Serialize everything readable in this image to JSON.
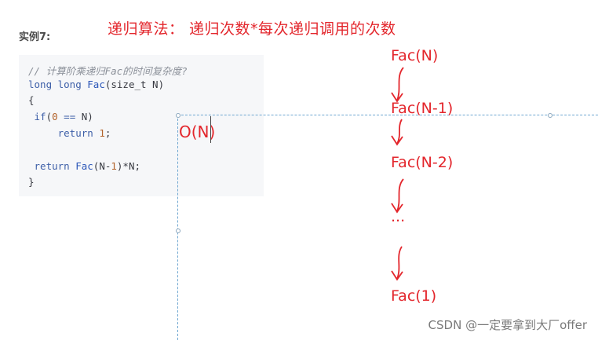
{
  "header": {
    "example_label": "实例7:",
    "headline": "递归算法： 递归次数*每次递归调用的次数"
  },
  "code": {
    "lines": [
      "// 计算阶乘递归Fac的时间复杂度?",
      "long long Fac(size_t N)",
      "{",
      " if(0 == N)",
      "     return 1;",
      "",
      " return Fac(N-1)*N;",
      "}"
    ]
  },
  "annotation": {
    "complexity": "O(N)"
  },
  "recursion_chain": {
    "items": [
      "Fac(N)",
      "Fac(N-1)",
      "Fac(N-2)",
      "...",
      "Fac(1)"
    ]
  },
  "watermark": "CSDN @一定要拿到大厂offer"
}
